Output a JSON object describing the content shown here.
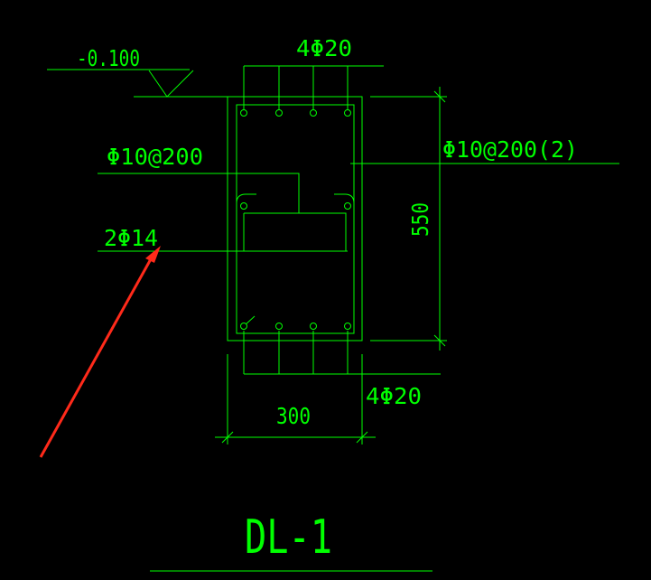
{
  "drawing": {
    "colors": {
      "background": "#000000",
      "linework": "#00ff00",
      "dimension_line": "#ffffff",
      "arrow": "#ff2a1a"
    },
    "elevation_label": "-0.100",
    "top_bars_label": "4Φ20",
    "bottom_bars_label": "4Φ20",
    "stirrup_left_label": "Φ10@200",
    "stirrup_right_label": "Φ10@200(2)",
    "side_bars_label": "2Φ14",
    "height_dim": "550",
    "width_dim": "300",
    "beam_name": "DL-1",
    "arrow_icon": "arrow-icon"
  }
}
